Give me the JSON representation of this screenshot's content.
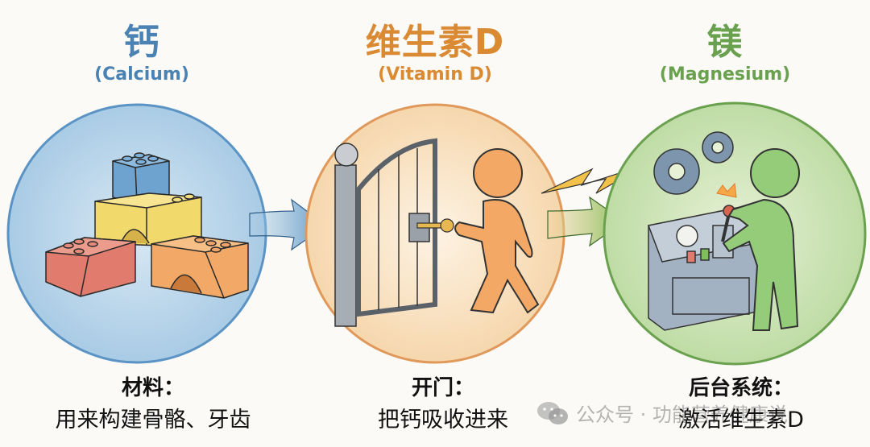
{
  "stages": [
    {
      "title_cn": "钙",
      "title_en": "(Calcium)",
      "caption_head": "材料：",
      "caption_body": "用来构建骨骼、牙齿",
      "color": "#4a82b3",
      "illustration": "building-blocks"
    },
    {
      "title_cn": "维生素D",
      "title_en": "(Vitamin D)",
      "caption_head": "开门：",
      "caption_body": "把钙吸收进来",
      "color": "#d98a32",
      "illustration": "person-unlocking-gate"
    },
    {
      "title_cn": "镁",
      "title_en": "(Magnesium)",
      "caption_head": "后台系统：",
      "caption_body": "激活维生素D",
      "color": "#6aa14e",
      "illustration": "person-operating-control-panel"
    }
  ],
  "arrows": [
    {
      "from": "钙",
      "to": "维生素D",
      "color": "#5b94c4"
    },
    {
      "from": "维生素D",
      "to": "镁",
      "color": "#7fbf5a"
    }
  ],
  "watermark": {
    "icon": "wechat-icon",
    "text": "公众号 · 功能营养健康说"
  }
}
